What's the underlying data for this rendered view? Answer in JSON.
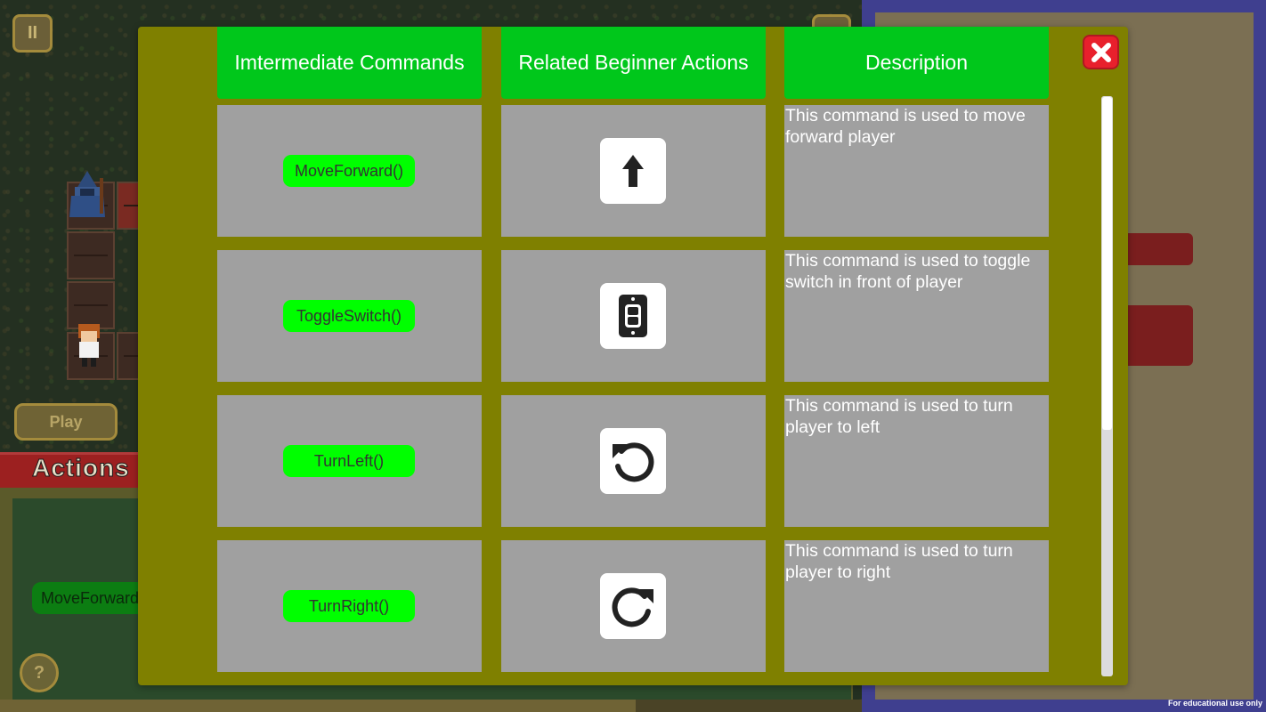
{
  "background": {
    "play_label": "Play",
    "actions_title": "Actions",
    "command_block": "MoveForward()",
    "help_label": "?",
    "pause_label": "II",
    "watermark": "For educational use only"
  },
  "modal": {
    "headers": {
      "commands": "Imtermediate Commands",
      "actions": "Related Beginner Actions",
      "description": "Description"
    },
    "rows": [
      {
        "command": "MoveForward()",
        "icon": "arrow-up-icon",
        "description": "This command is used to move forward player"
      },
      {
        "command": "ToggleSwitch()",
        "icon": "toggle-switch-icon",
        "description": "This command is used to toggle switch in front of player"
      },
      {
        "command": "TurnLeft()",
        "icon": "rotate-left-icon",
        "description": "This command is used to turn player to left"
      },
      {
        "command": "TurnRight()",
        "icon": "rotate-right-icon",
        "description": "This command is used to turn player to right"
      }
    ],
    "close_icon": "close-icon"
  },
  "colors": {
    "modal_bg": "#7f8000",
    "header_green": "#00c71b",
    "pill_green": "#00ff00",
    "cell_gray": "#a0a0a0",
    "close_red": "#e8202c"
  }
}
